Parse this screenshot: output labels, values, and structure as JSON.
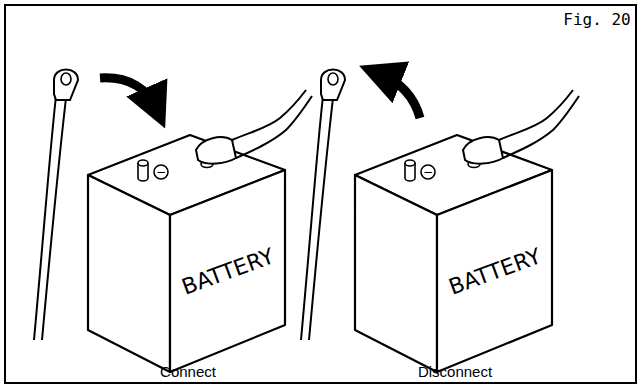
{
  "diagram": {
    "labels": [
      "Fig. 20",
      "−",
      "BATTERY",
      "Connect",
      "−",
      "BATTERY",
      "Disconnect"
    ]
  }
}
